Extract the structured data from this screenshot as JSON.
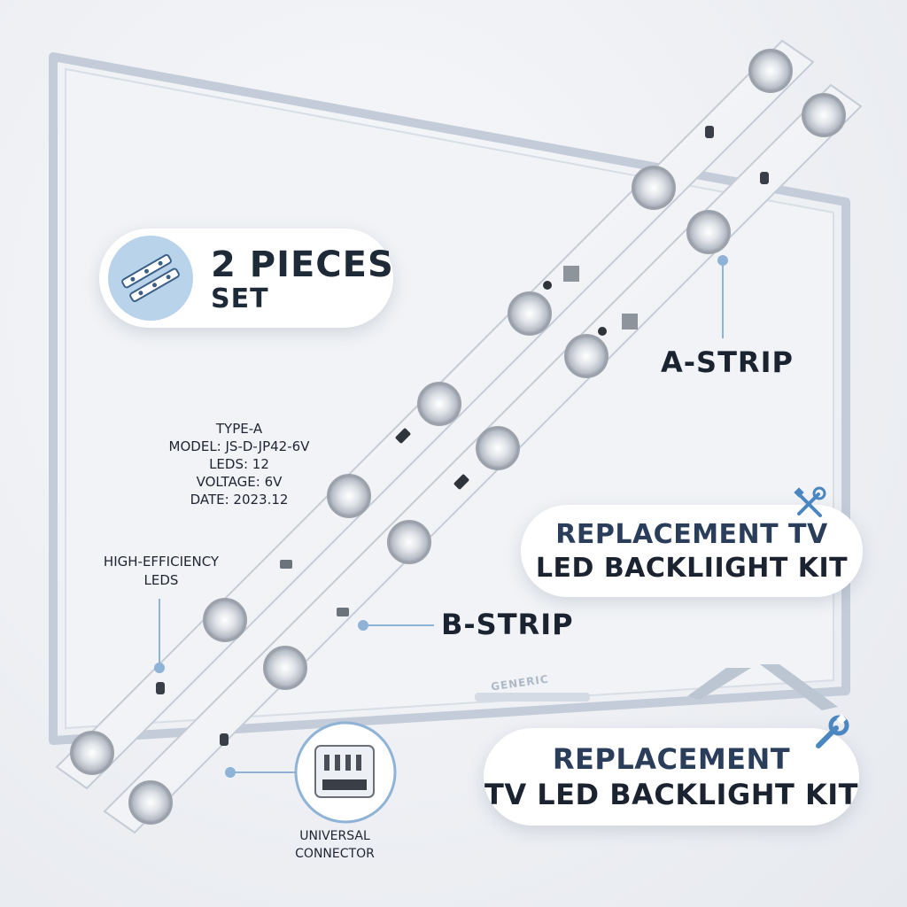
{
  "badge": {
    "line1": "2 PIECES",
    "line2": "SET",
    "icon": "led-strips-icon"
  },
  "specs": {
    "type": "TYPE-A",
    "model": "MODEL: JS-D-JP42-6V",
    "leds": "LEDS: 12",
    "voltage": "VOLTAGE: 6V",
    "date": "DATE: 2023.12"
  },
  "labels": {
    "a_strip": "A-STRIP",
    "b_strip": "B-STRIP",
    "high_efficiency_1": "HIGH-EFFICIENCY",
    "high_efficiency_2": "LEDS",
    "universal_1": "UNIVERSAL",
    "universal_2": "CONNECTOR"
  },
  "kit_upper": {
    "line1": "REPLACEMENT TV",
    "line2": "LED BACKLIIGHT KIT",
    "icon": "tools-icon"
  },
  "kit_lower": {
    "line1": "REPLACEMENT",
    "line2": "TV LED BACKLIGHT KIT",
    "icon": "wrench-icon"
  },
  "tv_brand": "GENERIC",
  "colors": {
    "accent": "#b9d3ea",
    "callout_line": "#8fb3d6",
    "icon_blue": "#4a86c0",
    "text_dark": "#1b2330",
    "text_navy": "#2a3d5a"
  }
}
